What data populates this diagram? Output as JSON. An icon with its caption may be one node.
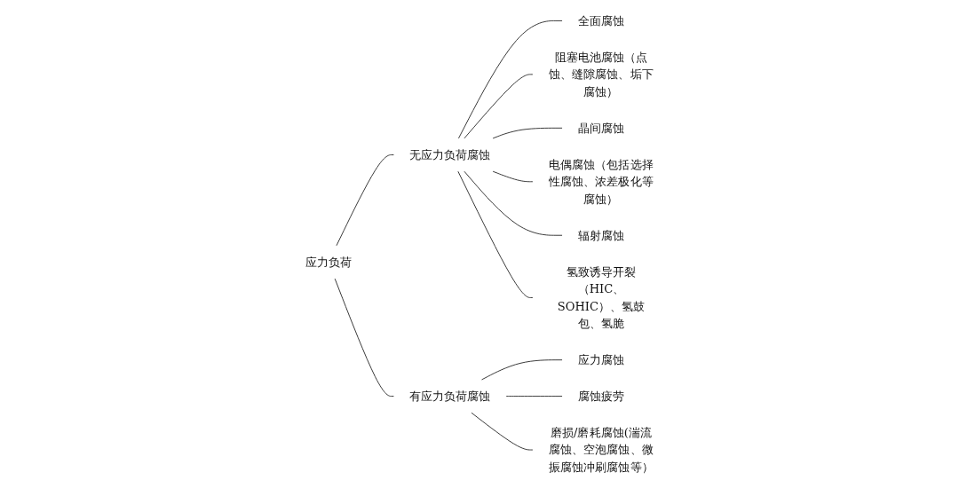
{
  "diagram": {
    "nodes": [
      {
        "text": [
          "应力负荷"
        ]
      },
      {
        "text": [
          "无应力负荷腐蚀"
        ]
      },
      {
        "text": [
          "全面腐蚀"
        ]
      },
      {
        "text": [
          "阻塞电池腐蚀（点蚀、缝隙腐蚀、垢下腐蚀）"
        ]
      },
      {
        "text": [
          "晶间腐蚀"
        ]
      },
      {
        "text": [
          "电偶腐蚀（包括选择性腐蚀、浓差极化等腐蚀）"
        ]
      },
      {
        "text": [
          "辐射腐蚀"
        ]
      },
      {
        "text": [
          "氢致诱导开裂（HIC、SOHIC）、氢鼓包、氢脆"
        ]
      },
      {
        "text": [
          "有应力负荷腐蚀"
        ]
      },
      {
        "text": [
          "应力腐蚀"
        ]
      },
      {
        "text": [
          "腐蚀疲劳"
        ]
      },
      {
        "text": [
          "磨损/磨耗腐蚀(湍流腐蚀、空泡腐蚀、微振腐蚀冲刷腐蚀等）"
        ]
      }
    ],
    "edges": [
      {
        "from": 0,
        "to": 1,
        "arrow": "none"
      },
      {
        "from": 0,
        "to": 8,
        "arrow": "none"
      },
      {
        "from": 1,
        "to": 2,
        "arrow": "none"
      },
      {
        "from": 1,
        "to": 3,
        "arrow": "none"
      },
      {
        "from": 1,
        "to": 4,
        "arrow": "none"
      },
      {
        "from": 1,
        "to": 5,
        "arrow": "none"
      },
      {
        "from": 1,
        "to": 6,
        "arrow": "none"
      },
      {
        "from": 1,
        "to": 7,
        "arrow": "none"
      },
      {
        "from": 8,
        "to": 9,
        "arrow": "none"
      },
      {
        "from": 8,
        "to": 10,
        "arrow": "none"
      },
      {
        "from": 8,
        "to": 11,
        "arrow": "none"
      }
    ]
  }
}
